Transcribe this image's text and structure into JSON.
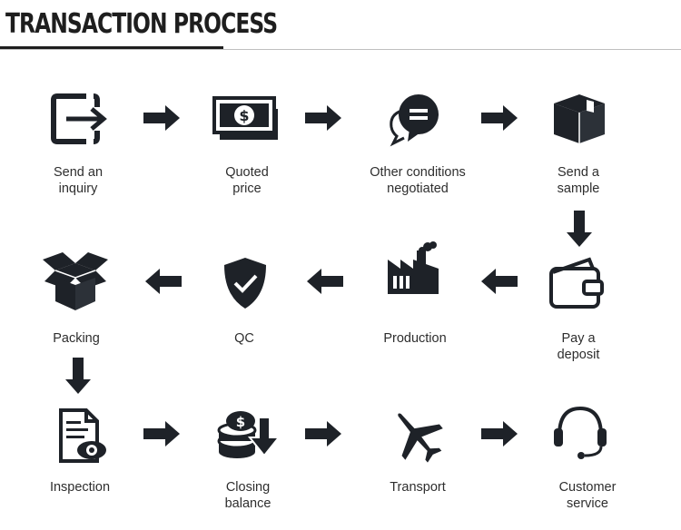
{
  "title": "TRANSACTION PROCESS",
  "steps": [
    {
      "icon": "exit-door-icon",
      "line1": "Send an",
      "line2": "inquiry"
    },
    {
      "icon": "dollar-banknote-icon",
      "line1": "Quoted",
      "line2": "price"
    },
    {
      "icon": "speech-bubbles-icon",
      "line1": "Other conditions",
      "line2": "negotiated"
    },
    {
      "icon": "box-icon",
      "line1": "Send a",
      "line2": "sample"
    },
    {
      "icon": "wallet-icon",
      "line1": "Pay a",
      "line2": "deposit"
    },
    {
      "icon": "factory-icon",
      "line1": "Production",
      "line2": ""
    },
    {
      "icon": "shield-check-icon",
      "line1": "QC",
      "line2": ""
    },
    {
      "icon": "open-box-icon",
      "line1": "Packing",
      "line2": ""
    },
    {
      "icon": "document-eye-icon",
      "line1": "Inspection",
      "line2": ""
    },
    {
      "icon": "coins-download-icon",
      "line1": "Closing",
      "line2": "balance"
    },
    {
      "icon": "airplane-icon",
      "line1": "Transport",
      "line2": ""
    },
    {
      "icon": "headset-icon",
      "line1": "Customer",
      "line2": "service"
    }
  ],
  "colors": {
    "icon": "#1e2228",
    "text": "#2e2e2e",
    "rule": "#bfbfbf"
  }
}
